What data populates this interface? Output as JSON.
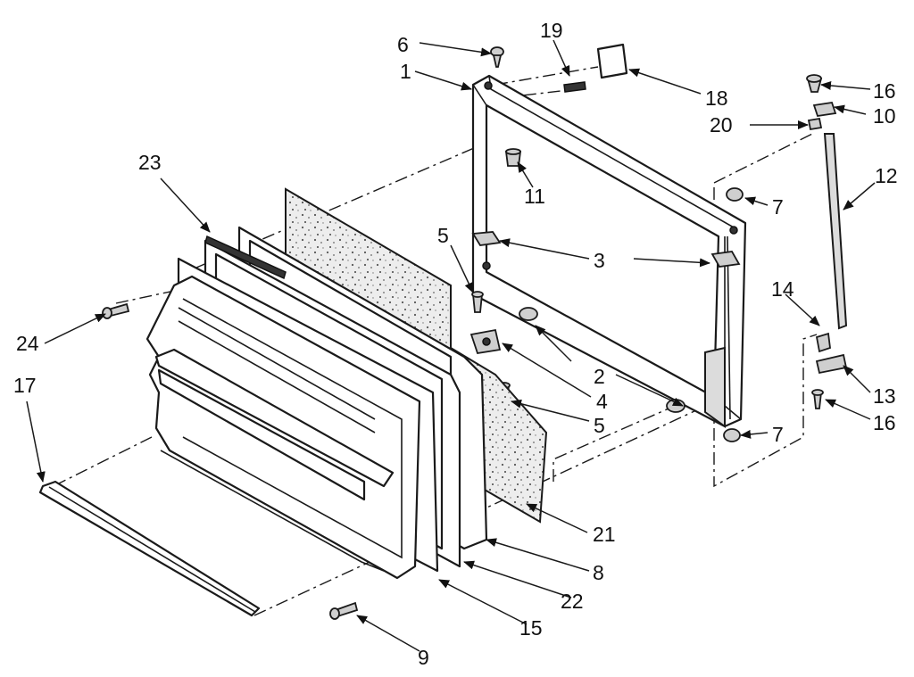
{
  "diagram": {
    "callouts": [
      {
        "id": "1",
        "text": "1"
      },
      {
        "id": "2",
        "text": "2"
      },
      {
        "id": "3",
        "text": "3"
      },
      {
        "id": "4",
        "text": "4"
      },
      {
        "id": "5a",
        "text": "5"
      },
      {
        "id": "5b",
        "text": "5"
      },
      {
        "id": "6",
        "text": "6"
      },
      {
        "id": "7a",
        "text": "7"
      },
      {
        "id": "7b",
        "text": "7"
      },
      {
        "id": "8",
        "text": "8"
      },
      {
        "id": "9",
        "text": "9"
      },
      {
        "id": "10",
        "text": "10"
      },
      {
        "id": "11",
        "text": "11"
      },
      {
        "id": "12",
        "text": "12"
      },
      {
        "id": "13",
        "text": "13"
      },
      {
        "id": "14",
        "text": "14"
      },
      {
        "id": "15",
        "text": "15"
      },
      {
        "id": "16a",
        "text": "16"
      },
      {
        "id": "16b",
        "text": "16"
      },
      {
        "id": "17",
        "text": "17"
      },
      {
        "id": "18",
        "text": "18"
      },
      {
        "id": "19",
        "text": "19"
      },
      {
        "id": "20",
        "text": "20"
      },
      {
        "id": "21",
        "text": "21"
      },
      {
        "id": "22",
        "text": "22"
      },
      {
        "id": "23",
        "text": "23"
      },
      {
        "id": "24",
        "text": "24"
      }
    ]
  }
}
